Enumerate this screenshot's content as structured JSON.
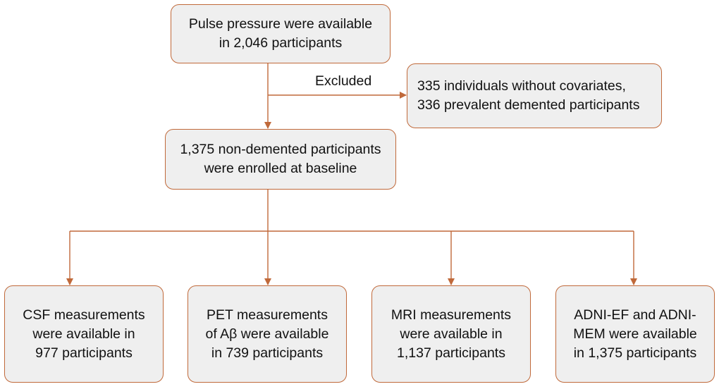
{
  "nodes": {
    "start": {
      "lines": [
        "Pulse pressure were available",
        "in 2,046 participants"
      ]
    },
    "excluded": {
      "lines": [
        "335 individuals without covariates,",
        "336 prevalent demented participants"
      ]
    },
    "enrolled": {
      "lines": [
        "1,375 non-demented participants",
        "were enrolled at baseline"
      ]
    },
    "csf": {
      "lines": [
        "CSF measurements",
        "were available in",
        "977 participants"
      ]
    },
    "pet": {
      "lines": [
        "PET measurements",
        "of Aβ were available",
        "in 739 participants"
      ]
    },
    "mri": {
      "lines": [
        "MRI measurements",
        "were available in",
        "1,137 participants"
      ]
    },
    "adni": {
      "lines": [
        "ADNI-EF and ADNI-",
        "MEM were available",
        "in 1,375 participants"
      ]
    }
  },
  "edges": {
    "excluded_label": "Excluded"
  },
  "colors": {
    "border": "#c0693a",
    "fill": "#efefef",
    "arrow": "#c0693a"
  }
}
